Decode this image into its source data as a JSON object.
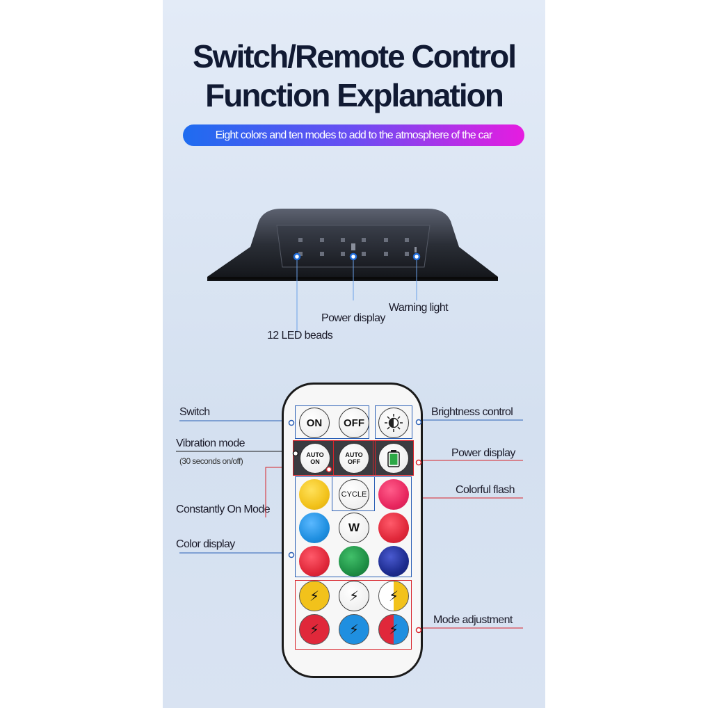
{
  "title": {
    "line1": "Switch/Remote Control",
    "line2": "Function Explanation"
  },
  "banner": "Eight colors and ten modes to add to the atmosphere of the car",
  "device_labels": {
    "led_beads": "12 LED beads",
    "power_display": "Power display",
    "warning_light": "Warning light"
  },
  "remote_labels": {
    "switch": "Switch",
    "vibration_mode": "Vibration mode",
    "vibration_note": "(30 seconds on/off)",
    "constantly_on": "Constantly On Mode",
    "color_display": "Color display",
    "brightness_control": "Brightness control",
    "power_display": "Power display",
    "colorful_flash": "Colorful flash",
    "mode_adjustment": "Mode adjustment"
  },
  "buttons": {
    "on": "ON",
    "off": "OFF",
    "auto_on_1": "AUTO",
    "auto_on_2": "ON",
    "auto_off_1": "AUTO",
    "auto_off_2": "OFF",
    "cycle": "CYCLE",
    "w": "W"
  },
  "colors": {
    "yellow": "#f2c21b",
    "pink": "#e8275f",
    "blue": "#1f8fe0",
    "red": "#e0283a",
    "green": "#1e8f45",
    "navy": "#1d2c8f",
    "label_blue": "#2a5fb5",
    "label_red": "#d8232a"
  }
}
